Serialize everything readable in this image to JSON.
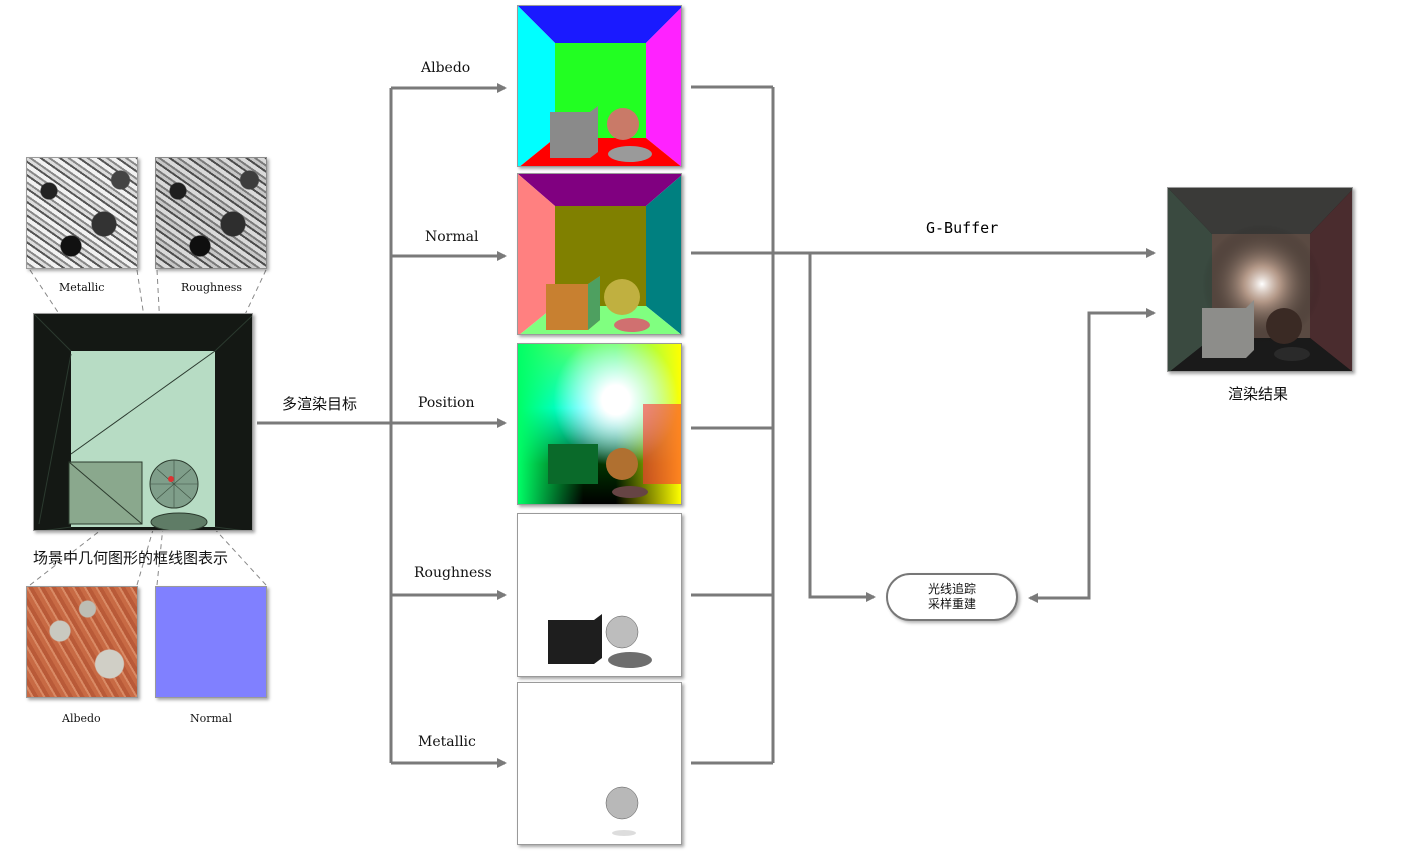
{
  "textures": {
    "metallic_label": "Metallic",
    "roughness_label": "Roughness",
    "albedo_label": "Albedo",
    "normal_label": "Normal"
  },
  "scene": {
    "caption": "场景中几何图形的框线图表示"
  },
  "mrt_label": "多渲染目标",
  "buffers": [
    {
      "label": "Albedo"
    },
    {
      "label": "Normal"
    },
    {
      "label": "Position"
    },
    {
      "label": "Roughness"
    },
    {
      "label": "Metallic"
    }
  ],
  "gbuffer_label": "G-Buffer",
  "raytrace": {
    "line1": "光线追踪",
    "line2": "采样重建"
  },
  "result_label": "渲染结果",
  "colors": {
    "arrow": "#7a7a7a",
    "normal_tex": "#8080ff",
    "scene_wall": "#b7dcc4"
  }
}
